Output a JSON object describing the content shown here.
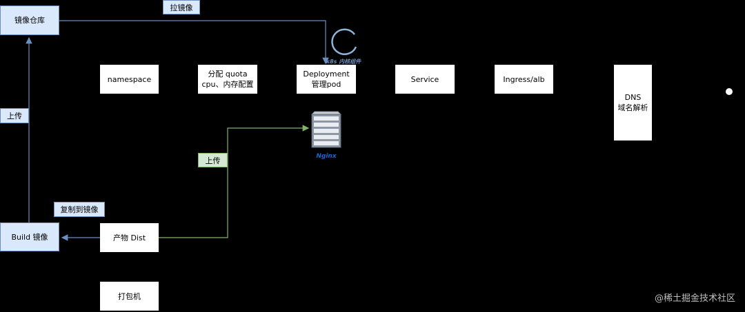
{
  "nodes": {
    "registry": "镜像仓库",
    "build": "Build 镜像",
    "dist": "产物 Dist",
    "packer": "打包机",
    "namespace": "namespace",
    "quota": "分配 quota\ncpu、内存配置",
    "deployment": "Deployment\n管理pod",
    "service": "Service",
    "ingress": "Ingress/alb",
    "dns": "DNS\n域名解析"
  },
  "edge_labels": {
    "pull": "拉镜像",
    "upload_left": "上传",
    "copy": "复制到镜像",
    "upload_green": "上传"
  },
  "icons": {
    "k8s_icon": "kubernetes-icon",
    "k8s_caption": "k8s 内核组件",
    "server_icon": "server-rack-icon",
    "server_caption": "Nginx"
  },
  "watermark": "@稀土掘金技术社区",
  "colors": {
    "blue_fill": "#dae8fc",
    "blue_stroke": "#6c8ebf",
    "green_fill": "#d5e8d4",
    "green_stroke": "#82b366"
  }
}
